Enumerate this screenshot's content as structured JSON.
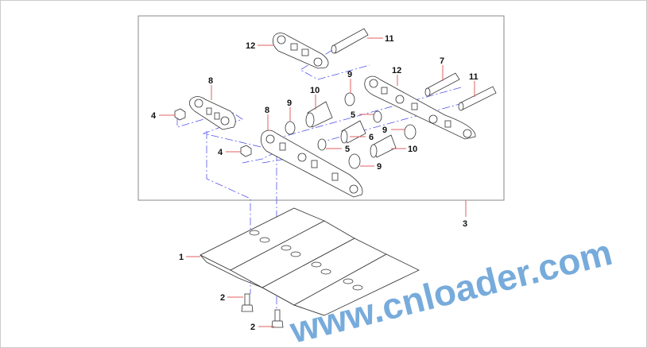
{
  "diagram": {
    "callouts": [
      {
        "id": "c12a",
        "text": "12"
      },
      {
        "id": "c11a",
        "text": "11"
      },
      {
        "id": "c7",
        "text": "7"
      },
      {
        "id": "c12b",
        "text": "12"
      },
      {
        "id": "c11b",
        "text": "11"
      },
      {
        "id": "c8a",
        "text": "8"
      },
      {
        "id": "c10a",
        "text": "10"
      },
      {
        "id": "c9a",
        "text": "9"
      },
      {
        "id": "c9b",
        "text": "9"
      },
      {
        "id": "c8b",
        "text": "8"
      },
      {
        "id": "c4a",
        "text": "4"
      },
      {
        "id": "c5a",
        "text": "5"
      },
      {
        "id": "c6",
        "text": "6"
      },
      {
        "id": "c9c",
        "text": "9"
      },
      {
        "id": "c5b",
        "text": "5"
      },
      {
        "id": "c10b",
        "text": "10"
      },
      {
        "id": "c4b",
        "text": "4"
      },
      {
        "id": "c9d",
        "text": "9"
      },
      {
        "id": "c3",
        "text": "3"
      },
      {
        "id": "c1",
        "text": "1"
      },
      {
        "id": "c2a",
        "text": "2"
      },
      {
        "id": "c2b",
        "text": "2"
      }
    ],
    "watermark": "www.cnloader.com"
  }
}
